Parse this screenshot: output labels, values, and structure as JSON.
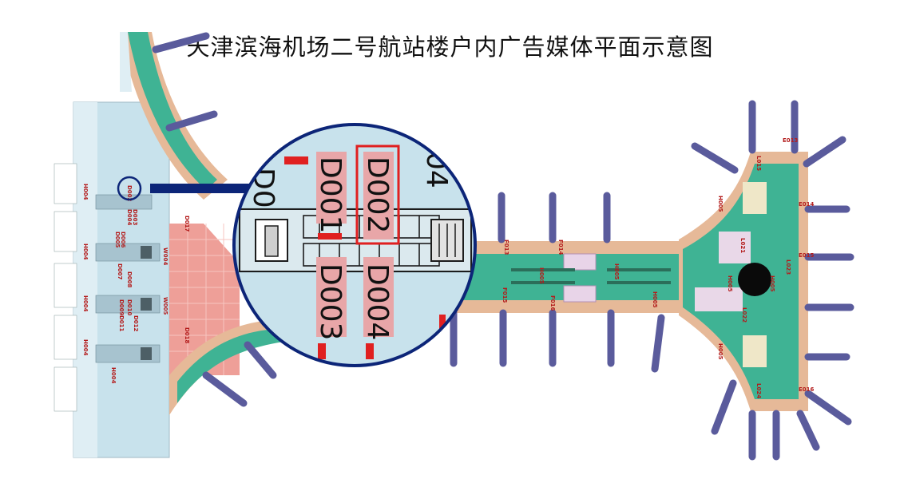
{
  "title": "天津滨海机场二号航站楼户内广告媒体平面示意图",
  "magnifier": {
    "codes": [
      "D001",
      "D002",
      "D003",
      "D004"
    ],
    "highlighted": "D002"
  },
  "colors": {
    "corridor": "#3fb394",
    "walkway": "#e6b998",
    "hall": "#c8e2ec",
    "gates": "#5a5b9c",
    "zoom_ring": "#0c2578",
    "highlight": "#e02020",
    "label_bg": "#e8a6a8"
  },
  "labels": {
    "left_column": [
      "D002",
      "D003",
      "D004",
      "D005",
      "D006",
      "D007",
      "D008",
      "D009",
      "D010",
      "D011",
      "D012"
    ],
    "h_codes": [
      "H004",
      "H004",
      "H004",
      "H004",
      "H004"
    ],
    "w_codes": [
      "W004",
      "W005"
    ],
    "d_side": [
      "D017",
      "D018"
    ],
    "h_right": [
      "H005",
      "H005",
      "H005",
      "H005",
      "H005",
      "H005",
      "H005"
    ],
    "f_codes": [
      "F013",
      "F014",
      "F015",
      "F016"
    ],
    "l_codes": [
      "L015",
      "L021",
      "L022",
      "L023",
      "L024"
    ],
    "e_codes": [
      "E013",
      "E014",
      "E015",
      "E016"
    ]
  }
}
